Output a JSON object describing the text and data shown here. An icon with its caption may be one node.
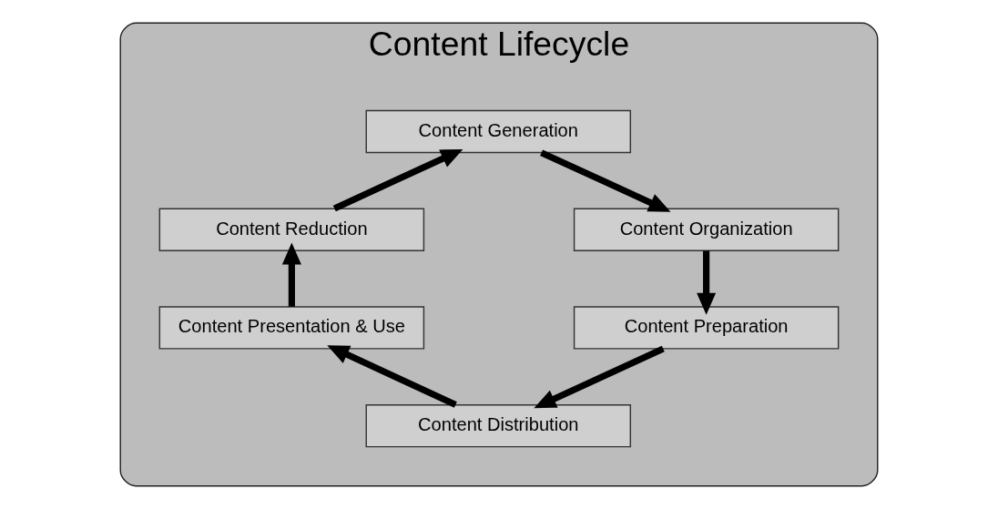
{
  "diagram": {
    "nodes": [
      {
        "text": [
          "Content Lifecycle"
        ]
      },
      {
        "text": [
          "Content Generation"
        ],
        "in": 0
      },
      {
        "text": [
          "Content Organization"
        ],
        "in": 0
      },
      {
        "text": [
          "Content Preparation"
        ],
        "in": 0
      },
      {
        "text": [
          "Content Distribution"
        ],
        "in": 0
      },
      {
        "text": [
          "Content Presentation & Use"
        ],
        "in": 0
      },
      {
        "text": [
          "Content Reduction"
        ],
        "in": 0
      }
    ],
    "edges": [
      {
        "from": 1,
        "to": 2,
        "arrow": "to"
      },
      {
        "from": 2,
        "to": 3,
        "arrow": "to"
      },
      {
        "from": 3,
        "to": 4,
        "arrow": "to"
      },
      {
        "from": 4,
        "to": 5,
        "arrow": "to"
      },
      {
        "from": 5,
        "to": 6,
        "arrow": "to"
      },
      {
        "from": 6,
        "to": 1,
        "arrow": "to"
      }
    ]
  }
}
